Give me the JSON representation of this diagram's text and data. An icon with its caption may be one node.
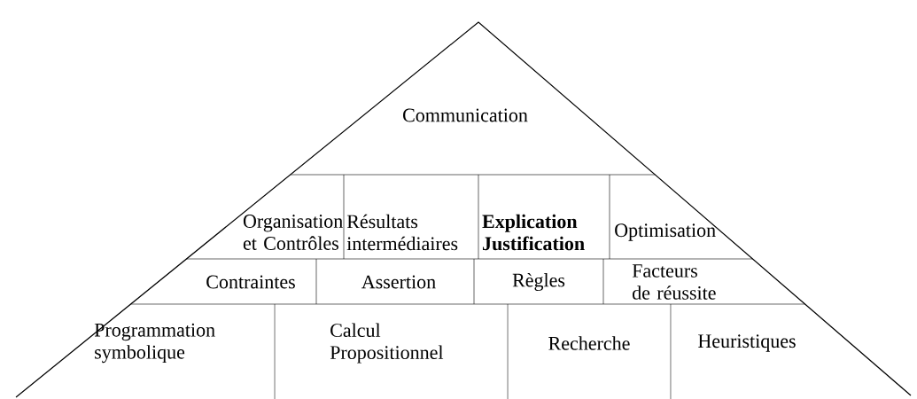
{
  "diagram": {
    "nodes": [
      {
        "text": [
          "Communication"
        ]
      },
      {
        "text": [
          "Organisation et Contrôles"
        ]
      },
      {
        "text": [
          "Résultats intermédiaires"
        ]
      },
      {
        "text": [
          "Explication Justification"
        ]
      },
      {
        "text": [
          "Optimisation"
        ]
      },
      {
        "text": [
          "Contraintes"
        ]
      },
      {
        "text": [
          "Assertion"
        ]
      },
      {
        "text": [
          "Règles"
        ]
      },
      {
        "text": [
          "Facteurs de réussite"
        ]
      },
      {
        "text": [
          "Programmation symbolique"
        ]
      },
      {
        "text": [
          "Calcul Propositionnel"
        ]
      },
      {
        "text": [
          "Recherche"
        ]
      },
      {
        "text": [
          "Heuristiques"
        ]
      }
    ]
  }
}
